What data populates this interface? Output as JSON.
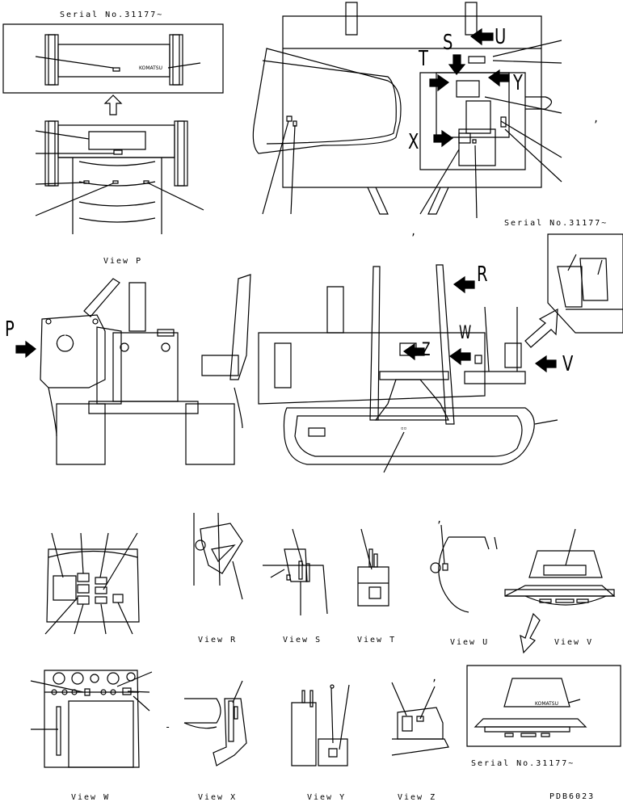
{
  "serial_labels": [
    "Serial No.31177~",
    "Serial No.31177~",
    "Serial No.31177~"
  ],
  "arrow_letters": {
    "s": "S",
    "u": "U",
    "t": "T",
    "y": "Y",
    "x": "X",
    "p": "P",
    "r": "R",
    "w": "W",
    "z": "Z",
    "v": "V"
  },
  "views": {
    "p": "View P",
    "r": "View R",
    "s": "View S",
    "t": "View T",
    "u": "View U",
    "v": "View V",
    "w": "View W",
    "x": "View X",
    "y": "View Y",
    "z": "View Z"
  },
  "drawing_number": "PDB6023",
  "commas": [
    ",",
    ",",
    ",",
    ","
  ],
  "dash": "-",
  "logo_text": "KOMATSU"
}
